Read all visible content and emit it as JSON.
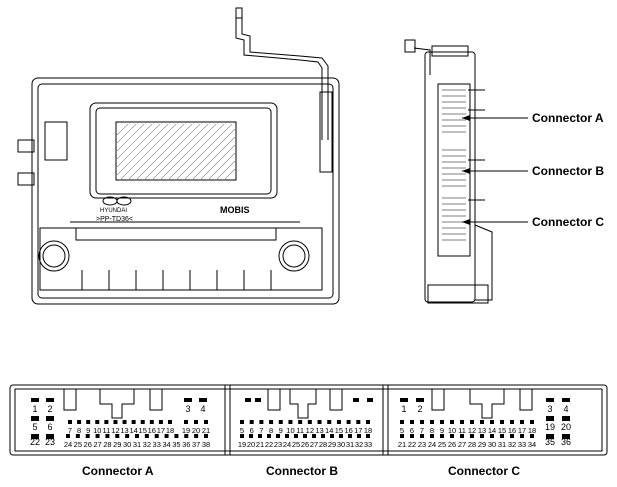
{
  "callouts": {
    "a": "Connector A",
    "b": "Connector B",
    "c": "Connector C"
  },
  "module_marks": {
    "brand": "MOBIS",
    "badge": "HYUNDAI",
    "part_code": ">PP-TD36<"
  },
  "connectors": [
    {
      "name": "Connector A",
      "pins_top_small": [
        "1",
        "2",
        "3",
        "4"
      ],
      "pins_row2": [
        "5",
        "6",
        "7",
        "8",
        "9",
        "10",
        "11",
        "12",
        "13",
        "14",
        "15",
        "16",
        "17",
        "18",
        "19",
        "20",
        "21"
      ],
      "pins_row3": [
        "22",
        "23",
        "24",
        "25",
        "26",
        "27",
        "28",
        "29",
        "30",
        "31",
        "32",
        "33",
        "34",
        "35",
        "36",
        "37",
        "38"
      ]
    },
    {
      "name": "Connector B",
      "pins_row2": [
        "5",
        "6",
        "7",
        "8",
        "9",
        "10",
        "11",
        "12",
        "13",
        "14",
        "15",
        "16",
        "17",
        "18"
      ],
      "pins_row3": [
        "19",
        "20",
        "21",
        "22",
        "23",
        "24",
        "25",
        "26",
        "27",
        "28",
        "29",
        "30",
        "31",
        "32",
        "33"
      ]
    },
    {
      "name": "Connector C",
      "pins_top_small": [
        "1",
        "2",
        "3",
        "4"
      ],
      "pins_row2": [
        "5",
        "6",
        "7",
        "8",
        "9",
        "10",
        "11",
        "12",
        "13",
        "14",
        "15",
        "16",
        "17",
        "18",
        "19",
        "20"
      ],
      "pins_row3": [
        "21",
        "22",
        "23",
        "24",
        "25",
        "26",
        "27",
        "28",
        "29",
        "30",
        "31",
        "32",
        "33",
        "34",
        "35",
        "36"
      ]
    }
  ]
}
